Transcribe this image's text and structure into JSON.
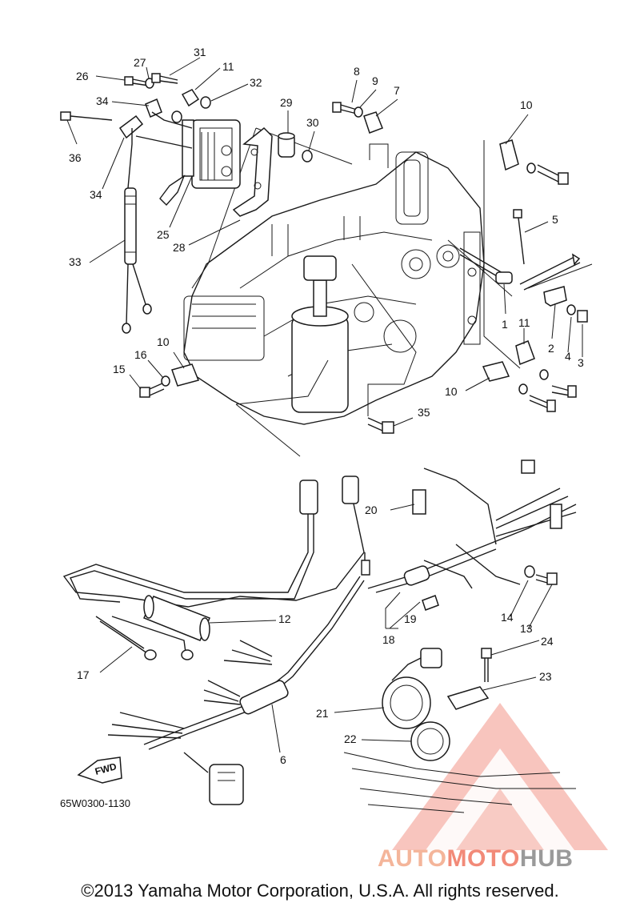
{
  "diagram": {
    "part_labels": [
      "1",
      "2",
      "3",
      "4",
      "5",
      "6",
      "7",
      "8",
      "9",
      "10",
      "11",
      "12",
      "13",
      "14",
      "15",
      "16",
      "17",
      "18",
      "19",
      "20",
      "21",
      "22",
      "23",
      "24",
      "25",
      "26",
      "27",
      "28",
      "29",
      "30",
      "31",
      "32",
      "33",
      "34",
      "35",
      "36"
    ],
    "drawing_code": "65W0300-1130",
    "fwd_label": "FWD"
  },
  "footer": {
    "copyright": "©2013 Yamaha Motor Corporation, U.S.A. All rights reserved."
  },
  "watermark": {
    "part1": "AUTO",
    "part2": "MOTO",
    "part3": "HUB",
    "colors": {
      "triangle": "#f08c7e",
      "text_light": "#f4b59a",
      "text_mid": "#f28a78",
      "text_gray": "#9a9a9a"
    }
  }
}
